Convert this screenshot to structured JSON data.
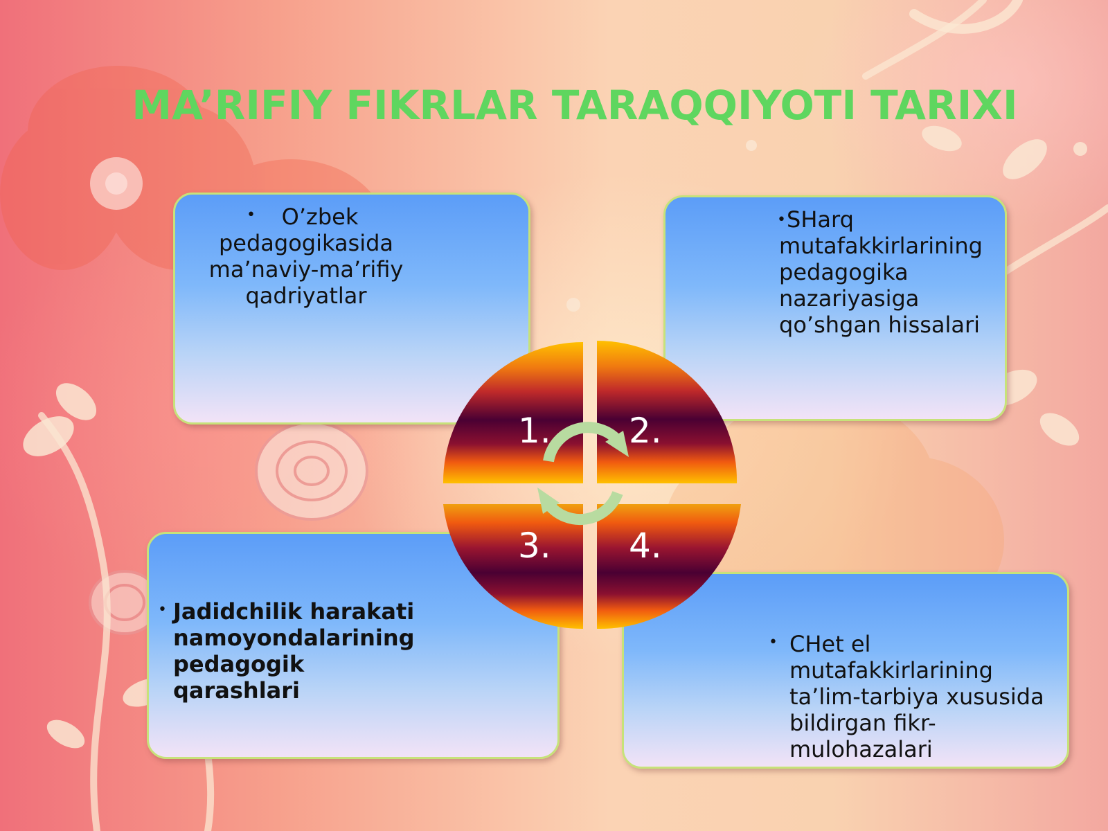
{
  "slide": {
    "title": "MA’RIFIY FIKRLAR TARAQQIYOTI TARIXI",
    "colors": {
      "title": "#5fd65f",
      "card_top": "#5c9df8",
      "card_bottom": "#f2e3f7",
      "card_border": "#c7e27a",
      "segment_dark": "#4a0033",
      "segment_orange": "#f07a10",
      "segment_yellow": "#ffc000",
      "arrow": "#b8dba0"
    },
    "cards": [
      {
        "number": "1.",
        "bullet": "•",
        "text_lines": [
          "O’zbek",
          "pedagogikasida",
          "ma’naviy-ma’rifiy",
          "qadriyatlar"
        ]
      },
      {
        "number": "2.",
        "bullet": "•",
        "text_lines": [
          "SHarq",
          "mutafakkirlarining",
          "pedagogika",
          "nazariyasiga",
          "qo’shgan hissalari"
        ]
      },
      {
        "number": "3.",
        "bullet": "•",
        "text_lines": [
          "Jadidchilik harakati",
          "namoyondalarining",
          "pedagogik",
          "qarashlari"
        ]
      },
      {
        "number": "4.",
        "bullet": "•",
        "text_lines": [
          "CHet el",
          "mutafakkirlarining",
          "ta’lim-tarbiya xususida",
          "bildirgan fikr-",
          "mulohazalari"
        ]
      }
    ]
  }
}
